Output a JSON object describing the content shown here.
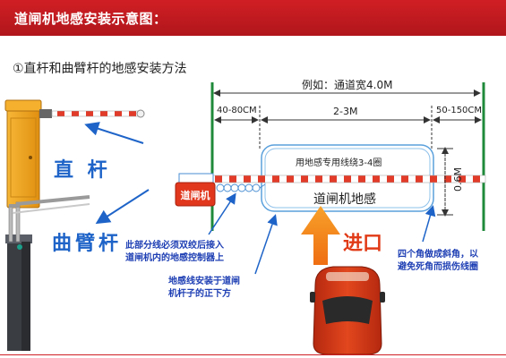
{
  "header": {
    "title": "道闸机地感安装示意图："
  },
  "subtitle": "①直杆和曲臂杆的地感安装方法",
  "labels": {
    "straight_pole": "直 杆",
    "curved_arm": "曲臂杆",
    "example_width": "例如：通道宽4.0M",
    "dim_left": "40-80CM",
    "dim_middle": "2-3M",
    "dim_right": "50-150CM",
    "loop_wire": "用地感专用线绕3-4圈",
    "barrier_machine": "道闸机",
    "loop_sensor": "道闸机地感",
    "height_dim": "0.6M",
    "enter": "进口"
  },
  "notes": {
    "twisted_wire_line1": "此部分线必须双绞后接入",
    "twisted_wire_line2": "道闸机内的地感控制器上",
    "install_line1": "地感线安装于道闸",
    "install_line2": "机杆子的正下方",
    "corner_line1": "四个角做成斜角，以",
    "corner_line2": "避免死角而损伤线圈"
  },
  "colors": {
    "header_red": "#c01a1f",
    "annotation_blue": "#1e3fb4",
    "arrow_orange": "#f07d1a",
    "boundary_green": "#1f8a3a",
    "cabinet_yellow": "#f3a51d"
  }
}
